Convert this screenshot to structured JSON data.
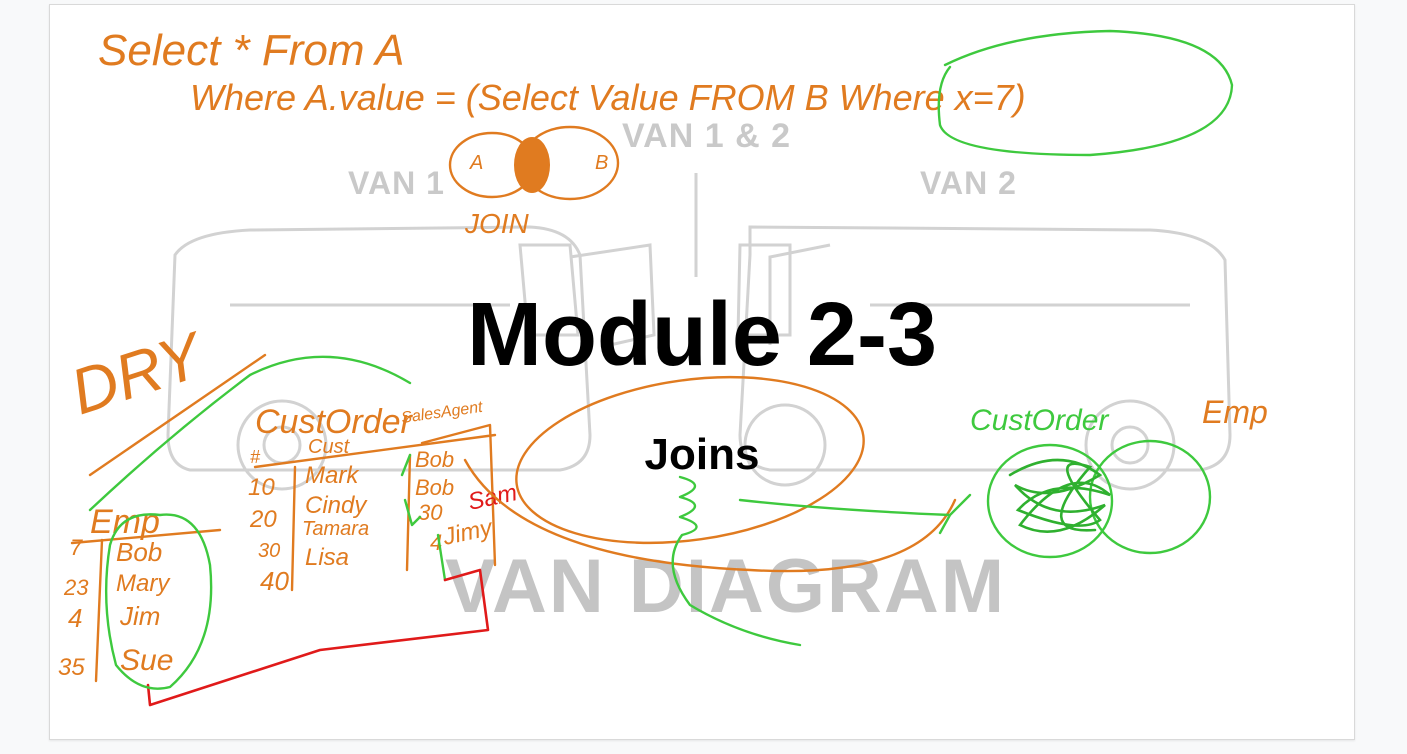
{
  "slide": {
    "title": "Module 2-3",
    "subtitle": "Joins"
  },
  "background_diagram": {
    "top_label": "VAN 1 & 2",
    "left_label": "VAN 1",
    "right_label": "VAN 2",
    "bottom_label": "VAN DIAGRAM"
  },
  "annotations": {
    "sql_line1": "Select * From A",
    "sql_line2": "Where A.value = (Select Value FROM B Where x=7)",
    "venn_left": "A",
    "venn_right": "B",
    "venn_caption": "JOIN",
    "dry": "DRY",
    "custorder_title": "CustOrder",
    "custorder_salesagent": "SalesAgent",
    "custorder_col_id": "#",
    "custorder_col_cust": "Cust",
    "custorder_rows": [
      {
        "id": "10",
        "cust": "Mark",
        "agent": "Bob"
      },
      {
        "id": "20",
        "cust": "Cindy",
        "agent": "Bob"
      },
      {
        "id": "30",
        "cust": "Tamara",
        "agent": "30"
      },
      {
        "id": "40",
        "cust": "Lisa",
        "agent": "4"
      }
    ],
    "custorder_red_notes": [
      "Sam",
      "Jimy"
    ],
    "emp_title": "Emp",
    "emp_rows": [
      {
        "id": "7",
        "name": "Bob"
      },
      {
        "id": "23",
        "name": "Mary"
      },
      {
        "id": "4",
        "name": "Jim"
      },
      {
        "id": "35",
        "name": "Sue"
      }
    ],
    "venn2_left": "CustOrder",
    "venn2_right": "Emp"
  },
  "colors": {
    "orange_ink": "#e07b20",
    "green_ink": "#3ec93e",
    "red_ink": "#e01a1a",
    "faded_background": "#c9c9c9"
  }
}
